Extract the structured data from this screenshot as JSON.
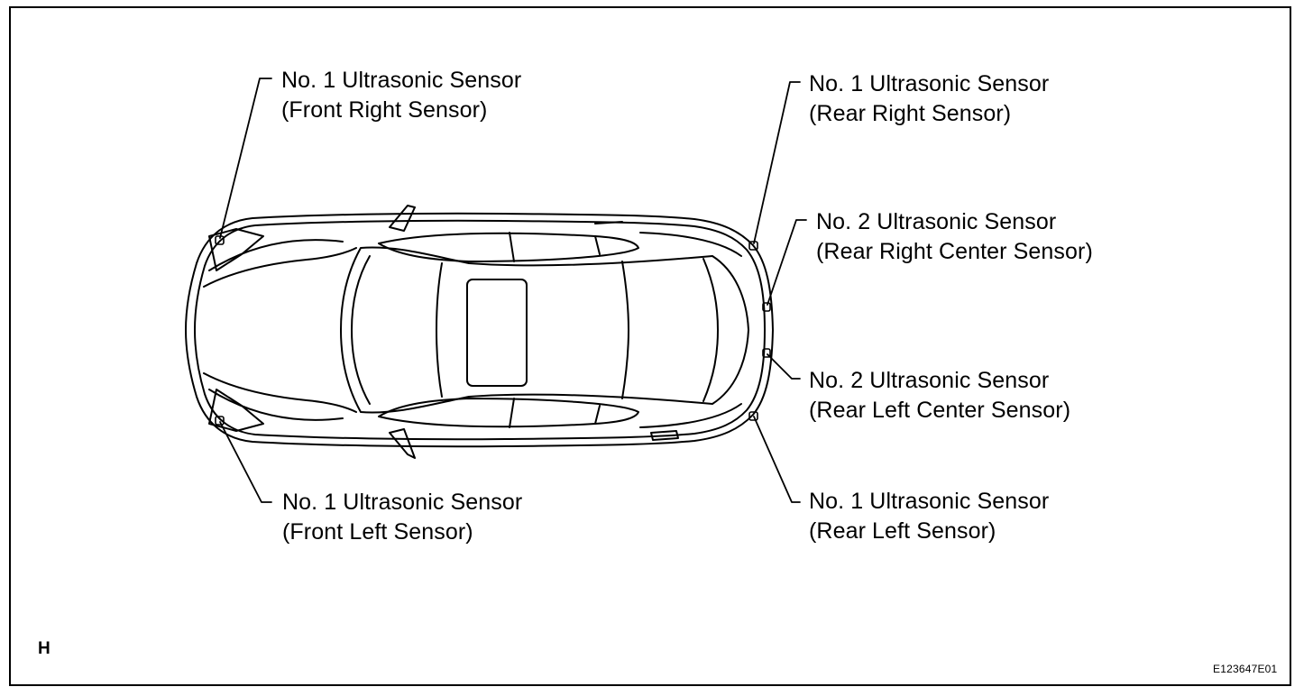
{
  "sensors": {
    "front_right": {
      "name": "No. 1 Ultrasonic Sensor",
      "position": "(Front Right Sensor)"
    },
    "front_left": {
      "name": "No. 1 Ultrasonic Sensor",
      "position": "(Front Left Sensor)"
    },
    "rear_right": {
      "name": "No. 1 Ultrasonic Sensor",
      "position": "(Rear Right Sensor)"
    },
    "rear_right_center": {
      "name": "No. 2 Ultrasonic Sensor",
      "position": "(Rear Right Center Sensor)"
    },
    "rear_left_center": {
      "name": "No. 2 Ultrasonic Sensor",
      "position": "(Rear Left Center Sensor)"
    },
    "rear_left": {
      "name": "No. 1 Ultrasonic Sensor",
      "position": "(Rear Left Sensor)"
    }
  },
  "corner_mark": "H",
  "figure_code": "E123647E01"
}
